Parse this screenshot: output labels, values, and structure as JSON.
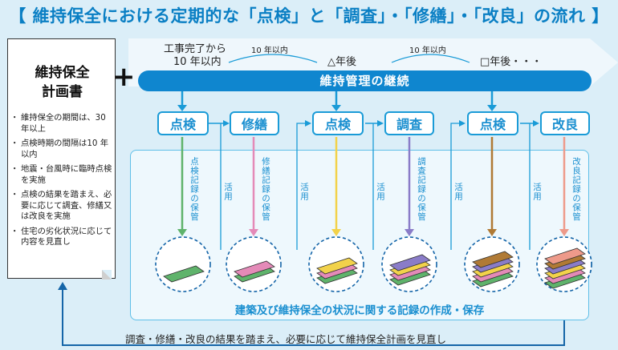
{
  "title": "【 維持保全における定期的な「点検」と「調査」・「修繕」・「改良」の流れ 】",
  "plan": {
    "title_line1": "維持保全",
    "title_line2": "計画書",
    "items": [
      "維持保全の期間は、30 年以上",
      "点検時期の間隔は10 年以内",
      "地震・台風時に臨時点検を実施",
      "点検の結果を踏まえ、必要に応じて調査、修繕又は改良を実施",
      "住宅の劣化状況に応じて内容を見直し"
    ]
  },
  "plus": "+",
  "timeline": {
    "start_line1": "工事完了から",
    "start_line2": "10 年以内",
    "interval1": "10 年以内",
    "mid": "△年後",
    "interval2": "10 年以内",
    "end": "□年後・・・"
  },
  "bar_label": "維持管理の継続",
  "steps": [
    "点検",
    "修繕",
    "点検",
    "調査",
    "点検",
    "改良"
  ],
  "record_labels": [
    "点検記録の保管",
    "修繕記録の保管",
    "調査記録の保管",
    "改良記録の保管"
  ],
  "use_label": "活用",
  "records_caption": "建築及び維持保全の状況に関する記録の作成・保存",
  "bottom_text": "調査・修繕・改良の結果を踏まえ、必要に応じて維持保全計画を見直し",
  "colors": {
    "accent": "#0f86cf",
    "light_blue": "#1a9bd7",
    "inspect_green": "#5fb36b",
    "repair_pink": "#e48ab8",
    "survey_purple": "#8a7cc8",
    "improve_salmon": "#ee9a8a",
    "record_yellow": "#f2d24a",
    "record_brown": "#b07a35"
  }
}
